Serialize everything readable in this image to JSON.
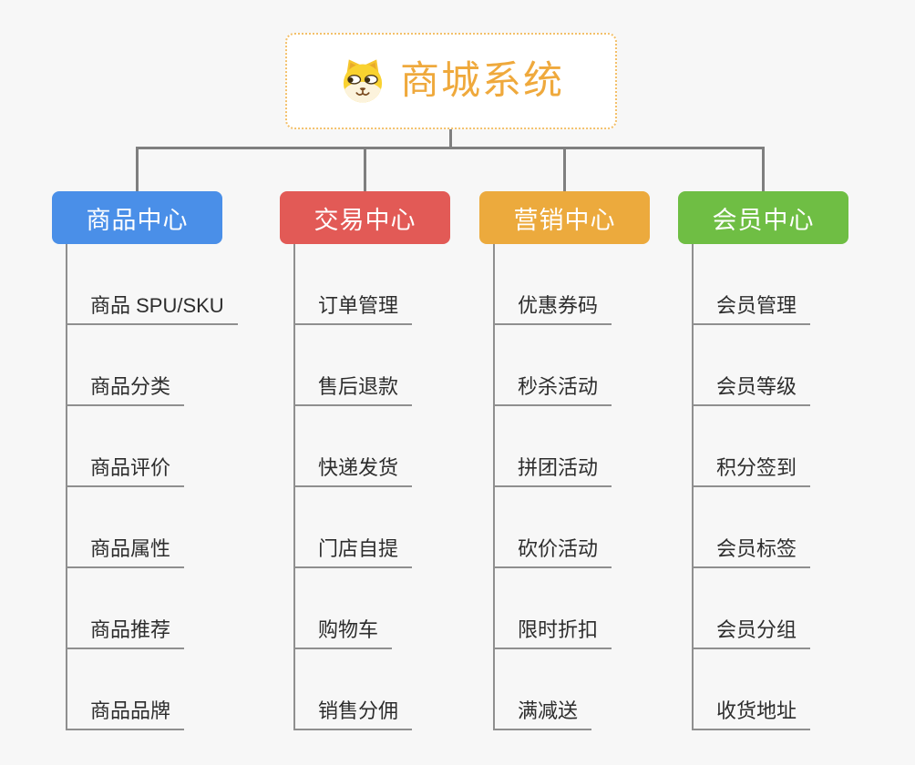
{
  "canvas": {
    "background": "#f7f7f7",
    "connector_color": "#7f7f7f",
    "child_line_color": "#8f8f8f"
  },
  "root": {
    "title": "商城系统",
    "icon": "dog-face-icon",
    "text_color": "#efa93c",
    "border_color": "#f3c06a",
    "background": "#ffffff"
  },
  "branches": [
    {
      "label": "商品中心",
      "color": "#4a8fe8",
      "children": [
        "商品 SPU/SKU",
        "商品分类",
        "商品评价",
        "商品属性",
        "商品推荐",
        "商品品牌"
      ]
    },
    {
      "label": "交易中心",
      "color": "#e25a56",
      "children": [
        "订单管理",
        "售后退款",
        "快递发货",
        "门店自提",
        "购物车",
        "销售分佣"
      ]
    },
    {
      "label": "营销中心",
      "color": "#ecaa3d",
      "children": [
        "优惠券码",
        "秒杀活动",
        "拼团活动",
        "砍价活动",
        "限时折扣",
        "满减送"
      ]
    },
    {
      "label": "会员中心",
      "color": "#6fbe44",
      "children": [
        "会员管理",
        "会员等级",
        "积分签到",
        "会员标签",
        "会员分组",
        "收货地址"
      ]
    }
  ]
}
